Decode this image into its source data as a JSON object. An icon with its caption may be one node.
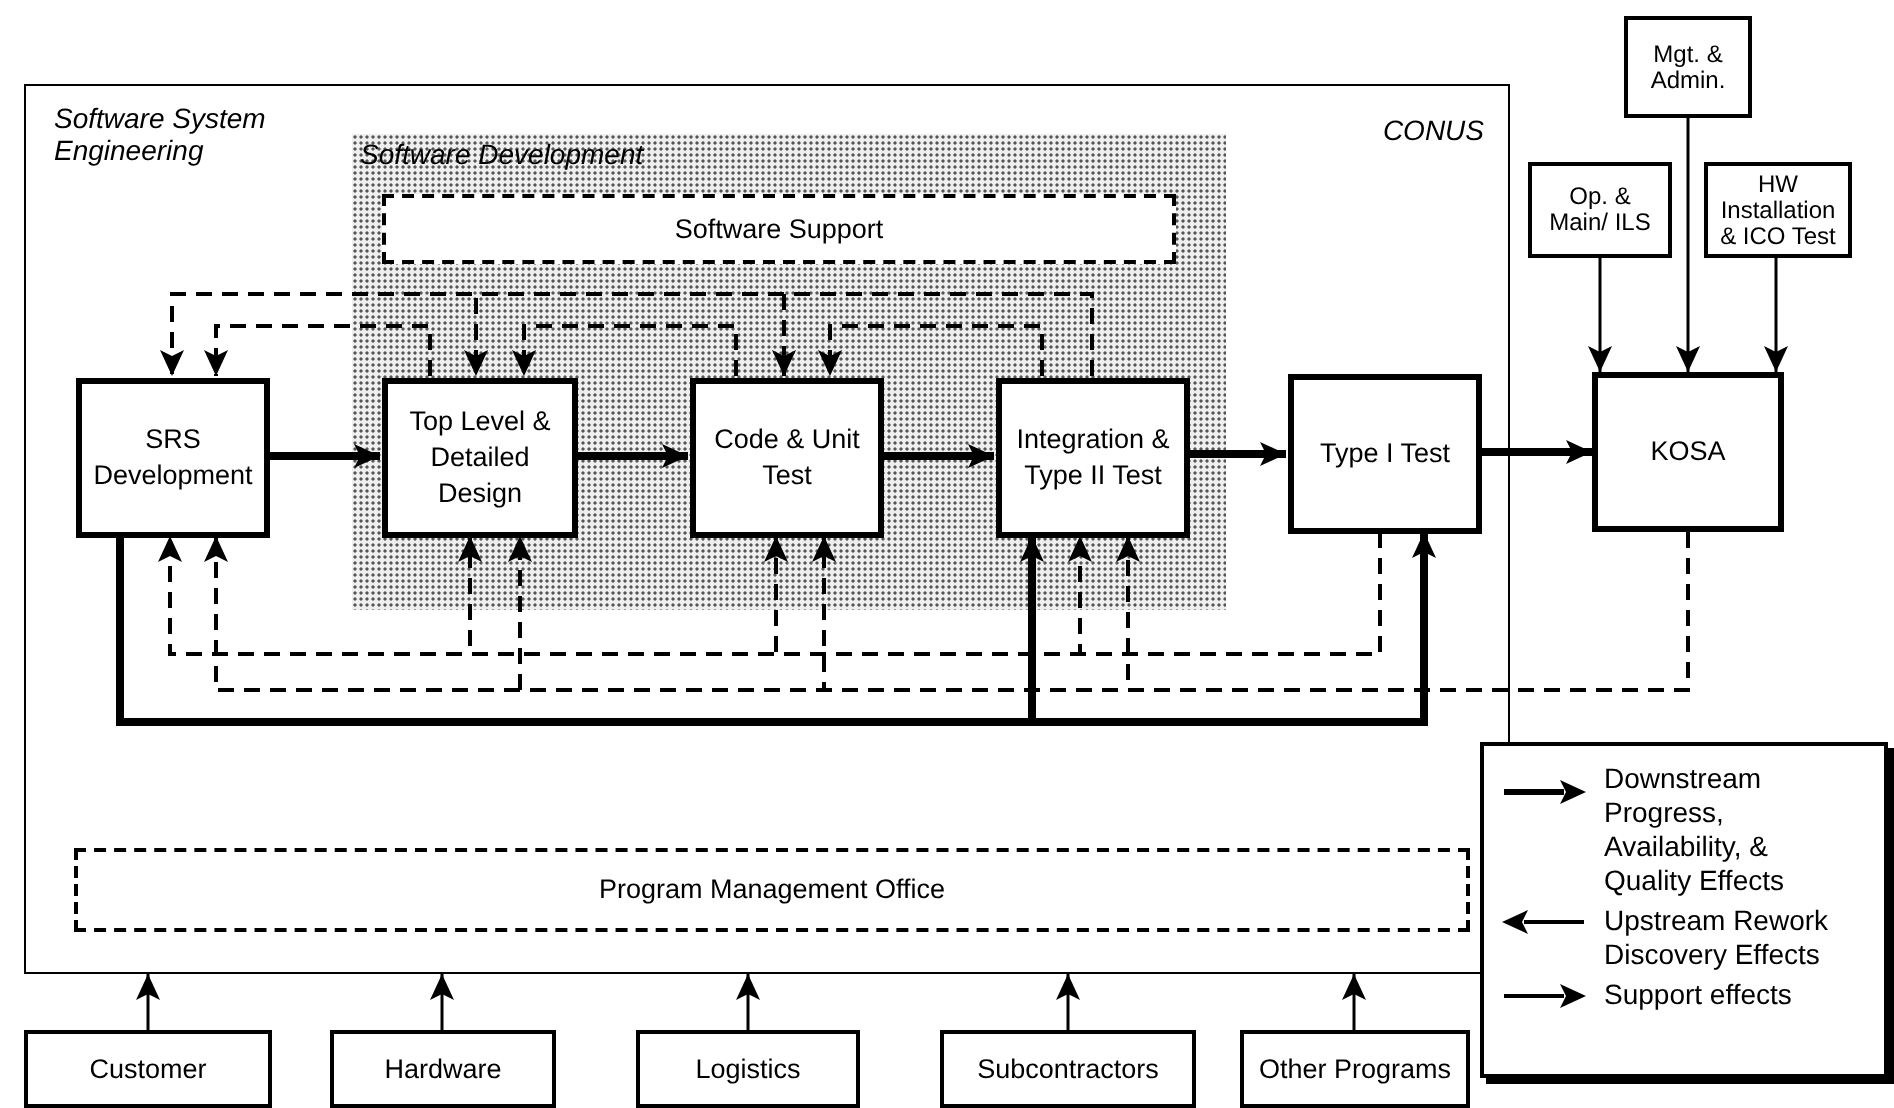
{
  "diagram": {
    "nodes": [
      {
        "text": [
          "Software System Engineering",
          "CONUS"
        ]
      },
      {
        "text": [
          "Software Development"
        ],
        "in": 0
      },
      {
        "text": [
          "Software Support"
        ],
        "in": 1
      },
      {
        "text": [
          "SRS Development"
        ],
        "in": 0
      },
      {
        "text": [
          "Top Level & Detailed Design"
        ],
        "in": 1
      },
      {
        "text": [
          "Code & Unit Test"
        ],
        "in": 1
      },
      {
        "text": [
          "Integration & Type II Test"
        ],
        "in": 1
      },
      {
        "text": [
          "Type I Test"
        ],
        "in": 0
      },
      {
        "text": [
          "Program Management Office"
        ],
        "in": 0
      },
      {
        "text": [
          "Mgt. & Admin."
        ]
      },
      {
        "text": [
          "Op. & Main/ ILS"
        ]
      },
      {
        "text": [
          "HW Installation & ICO Test"
        ]
      },
      {
        "text": [
          "KOSA"
        ]
      },
      {
        "text": [
          "Customer"
        ]
      },
      {
        "text": [
          "Hardware"
        ]
      },
      {
        "text": [
          "Logistics"
        ]
      },
      {
        "text": [
          "Subcontractors"
        ]
      },
      {
        "text": [
          "Other Programs"
        ]
      }
    ],
    "edges": [
      {
        "from": 3,
        "to": 4,
        "arrow": "to",
        "style": "thick"
      },
      {
        "from": 4,
        "to": 5,
        "arrow": "to",
        "style": "thick"
      },
      {
        "from": 5,
        "to": 6,
        "arrow": "to",
        "style": "thick"
      },
      {
        "from": 6,
        "to": 7,
        "arrow": "to",
        "style": "thick"
      },
      {
        "from": 7,
        "to": 12,
        "arrow": "to",
        "style": "thick"
      },
      {
        "from": 10,
        "to": 12,
        "arrow": "to"
      },
      {
        "from": 9,
        "to": 12,
        "arrow": "to"
      },
      {
        "from": 11,
        "to": 12,
        "arrow": "to"
      },
      {
        "from": 13,
        "to": 0,
        "arrow": "to"
      },
      {
        "from": 14,
        "to": 0,
        "arrow": "to"
      },
      {
        "from": 15,
        "to": 0,
        "arrow": "to"
      },
      {
        "from": 16,
        "to": 0,
        "arrow": "to"
      },
      {
        "from": 17,
        "to": 0,
        "arrow": "to"
      },
      {
        "from": 4,
        "to": 3,
        "arrow": "to",
        "style": "dashed"
      },
      {
        "from": 5,
        "to": 4,
        "arrow": "to",
        "style": "dashed"
      },
      {
        "from": 6,
        "to": 5,
        "arrow": "to",
        "style": "dashed"
      },
      {
        "from": 6,
        "to": 3,
        "arrow": "to",
        "style": "dashed"
      },
      {
        "from": 6,
        "to": 4,
        "arrow": "to",
        "style": "dashed"
      },
      {
        "from": 6,
        "to": 5,
        "arrow": "to",
        "style": "dashed"
      },
      {
        "from": 7,
        "to": 3,
        "arrow": "to",
        "style": "dashed"
      },
      {
        "from": 7,
        "to": 4,
        "arrow": "to",
        "style": "dashed"
      },
      {
        "from": 7,
        "to": 5,
        "arrow": "to",
        "style": "dashed"
      },
      {
        "from": 7,
        "to": 6,
        "arrow": "to",
        "style": "dashed"
      },
      {
        "from": 12,
        "to": 3,
        "arrow": "to",
        "style": "dashed"
      },
      {
        "from": 12,
        "to": 4,
        "arrow": "to",
        "style": "dashed"
      },
      {
        "from": 12,
        "to": 5,
        "arrow": "to",
        "style": "dashed"
      },
      {
        "from": 12,
        "to": 6,
        "arrow": "to",
        "style": "dashed"
      },
      {
        "from": 3,
        "to": 7,
        "arrow": "to",
        "style": "thick"
      },
      {
        "from": 3,
        "to": 6,
        "arrow": "to",
        "style": "thick"
      }
    ],
    "legend": [
      {
        "text": "Downstream Progress, Availability, & Quality Effects"
      },
      {
        "text": "Upstream Rework Discovery Effects"
      },
      {
        "text": "Support effects"
      }
    ]
  }
}
